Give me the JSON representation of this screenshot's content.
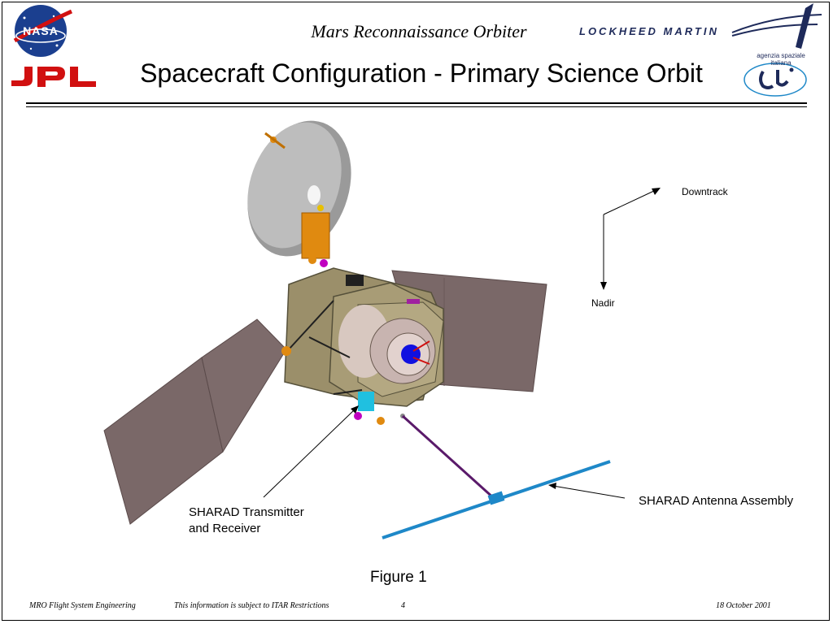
{
  "header": {
    "subtitle": "Mars Reconnaissance Orbiter",
    "title": "Spacecraft Configuration - Primary Science Orbit",
    "nasa_logo_text": "NASA",
    "jpl_logo_text": "JPL",
    "lm_logo_text": "LOCKHEED MARTIN",
    "asi_logo_text": "agenzia spaziale italiana"
  },
  "diagram": {
    "downtrack_label": "Downtrack",
    "nadir_label": "Nadir",
    "sharad_tx_label_line1": "SHARAD Transmitter",
    "sharad_tx_label_line2": "and Receiver",
    "sharad_antenna_label": "SHARAD Antenna Assembly",
    "figure_caption": "Figure 1"
  },
  "footer": {
    "left": "MRO Flight System Engineering",
    "notice": "This information is subject to ITAR Restrictions",
    "page": "4",
    "date": "18 October 2001"
  },
  "colors": {
    "panel": "#7a6868",
    "bus": "#9b8f6a",
    "dish": "#a0a0a0",
    "antenna": "#1e88c8",
    "jpl_red": "#d11010",
    "nasa_blue": "#1b3f8f",
    "lm_navy": "#1e2a5a"
  }
}
